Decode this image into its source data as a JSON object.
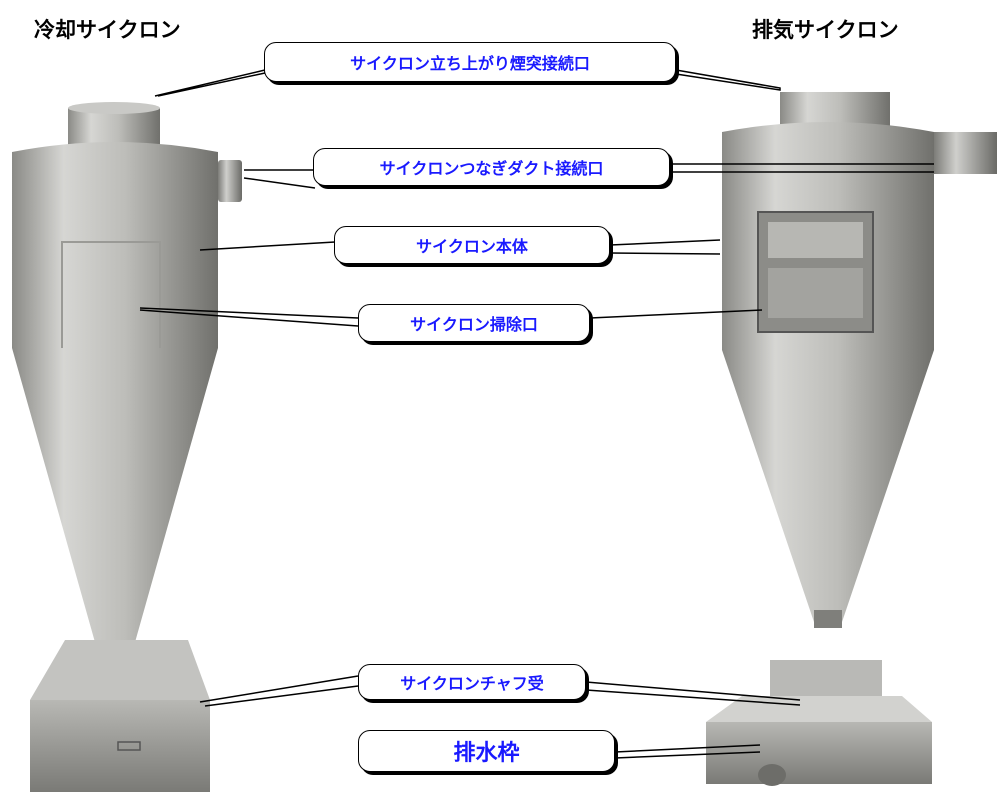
{
  "titles": {
    "left": "冷却サイクロン",
    "right": "排気サイクロン"
  },
  "callouts": {
    "chimney": "サイクロン立ち上がり煙突接続口",
    "duct": "サイクロンつなぎダクト接続口",
    "body": "サイクロン本体",
    "cleanout": "サイクロン掃除口",
    "chaff": "サイクロンチャフ受",
    "drain": "排水枠"
  },
  "colors": {
    "label_text": "#1a1aff",
    "metal_light": "#dcdcda",
    "metal_mid": "#a9a9a5",
    "metal_dark": "#6f6f6b"
  }
}
